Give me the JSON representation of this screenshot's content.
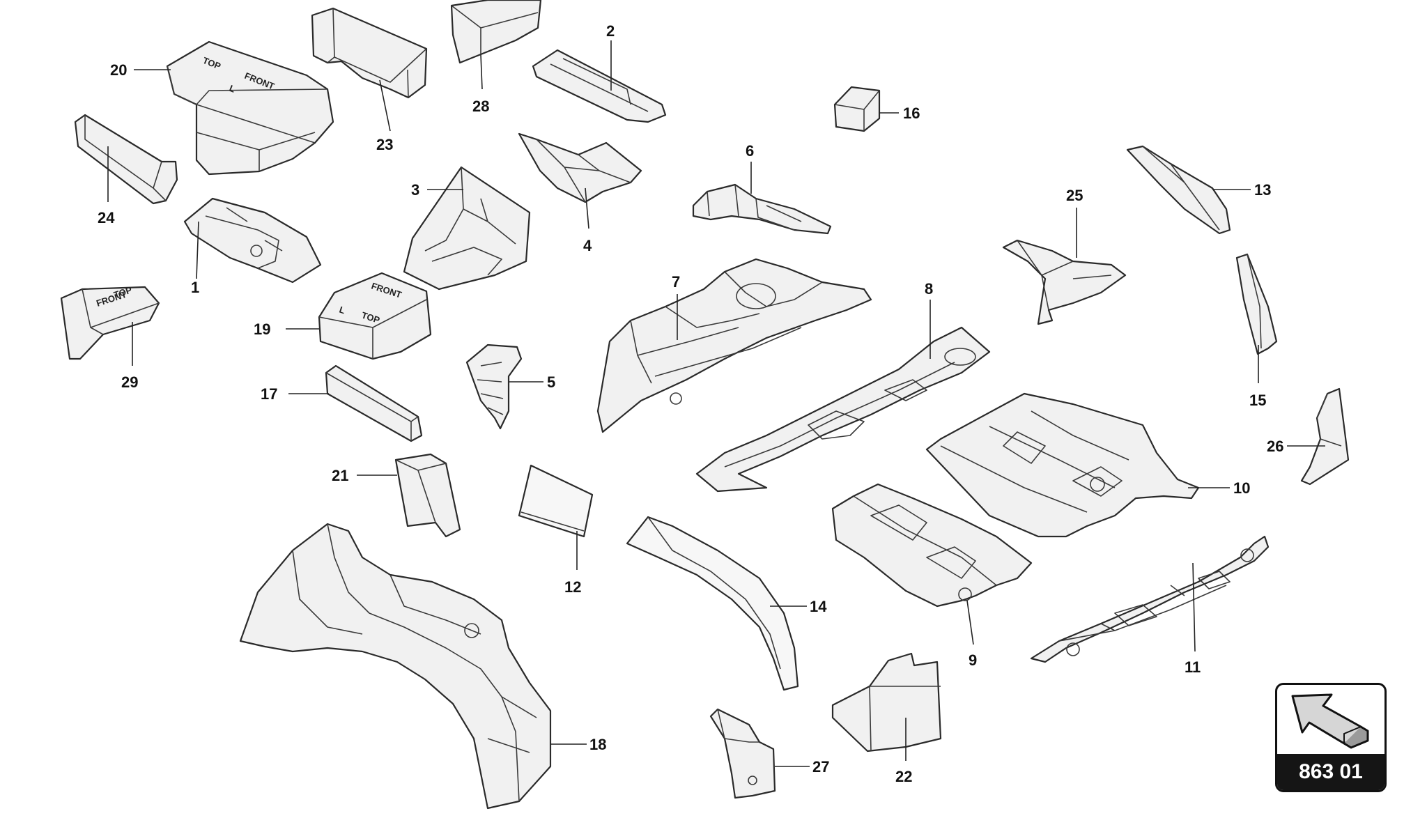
{
  "callouts": [
    {
      "id": "1",
      "label": "1"
    },
    {
      "id": "2",
      "label": "2"
    },
    {
      "id": "3",
      "label": "3"
    },
    {
      "id": "4",
      "label": "4"
    },
    {
      "id": "5",
      "label": "5"
    },
    {
      "id": "6",
      "label": "6"
    },
    {
      "id": "7",
      "label": "7"
    },
    {
      "id": "8",
      "label": "8"
    },
    {
      "id": "9",
      "label": "9"
    },
    {
      "id": "10",
      "label": "10"
    },
    {
      "id": "11",
      "label": "11"
    },
    {
      "id": "12",
      "label": "12"
    },
    {
      "id": "13",
      "label": "13"
    },
    {
      "id": "14",
      "label": "14"
    },
    {
      "id": "15",
      "label": "15"
    },
    {
      "id": "16",
      "label": "16"
    },
    {
      "id": "17",
      "label": "17"
    },
    {
      "id": "18",
      "label": "18"
    },
    {
      "id": "19",
      "label": "19"
    },
    {
      "id": "20",
      "label": "20"
    },
    {
      "id": "21",
      "label": "21"
    },
    {
      "id": "22",
      "label": "22"
    },
    {
      "id": "23",
      "label": "23"
    },
    {
      "id": "24",
      "label": "24"
    },
    {
      "id": "25",
      "label": "25"
    },
    {
      "id": "26",
      "label": "26"
    },
    {
      "id": "27",
      "label": "27"
    },
    {
      "id": "28",
      "label": "28"
    },
    {
      "id": "29",
      "label": "29"
    }
  ],
  "embossed_text": {
    "top": "TOP",
    "front": "FRONT",
    "left": "L"
  },
  "badge": {
    "label": "863 01",
    "icon": "arrow-icon"
  }
}
